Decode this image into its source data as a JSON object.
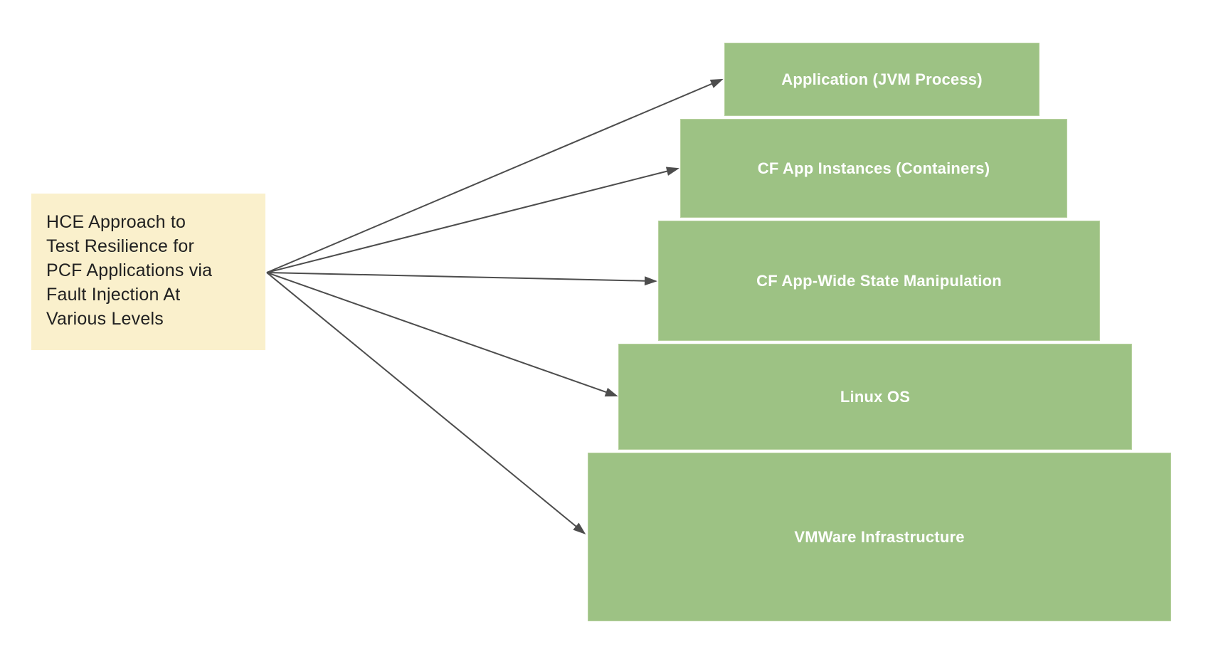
{
  "canvas": {
    "background": "#ffffff"
  },
  "source_box": {
    "lines": [
      "HCE Approach to",
      "Test Resilience for",
      "PCF Applications via",
      "Fault Injection At",
      "Various Levels"
    ],
    "background": "#faf0cc",
    "text_color": "#212121"
  },
  "levels": [
    {
      "id": "application-jvm-process",
      "label": "Application (JVM Process)"
    },
    {
      "id": "cf-app-instances-containers",
      "label": "CF App Instances (Containers)"
    },
    {
      "id": "cf-app-wide-state-manipulation",
      "label": "CF App-Wide State Manipulation"
    },
    {
      "id": "linux-os",
      "label": "Linux OS"
    },
    {
      "id": "vmware-infrastructure",
      "label": "VMWare Infrastructure"
    }
  ],
  "colors": {
    "level_fill": "#9dc284",
    "level_border": "#b7d19e",
    "level_text": "#ffffff",
    "arrow": "#4d4d4d"
  }
}
